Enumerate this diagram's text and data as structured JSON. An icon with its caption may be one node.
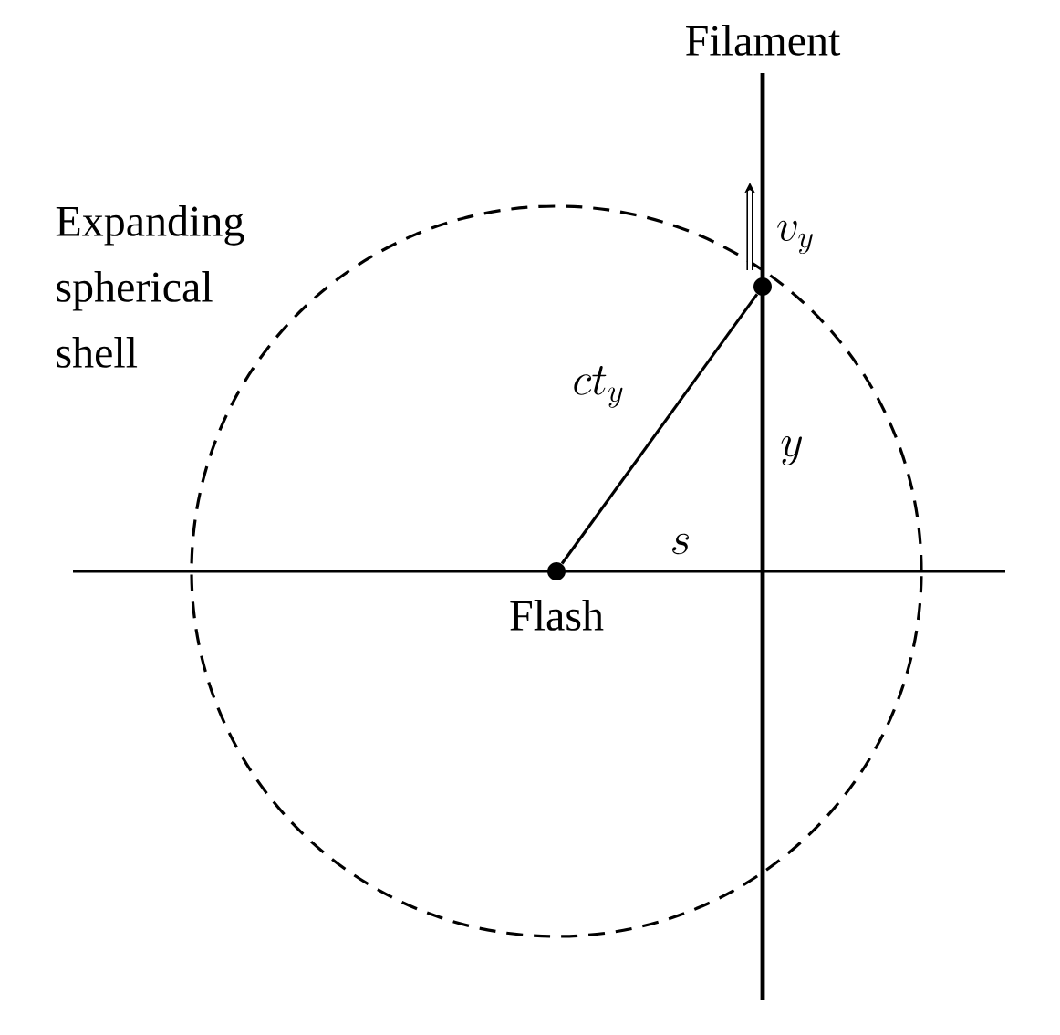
{
  "diagram": {
    "nodes": [
      {
        "text": [],
        "shape": "circle",
        "beside": [
          "Flash"
        ]
      },
      {
        "text": [],
        "shape": "circle"
      }
    ],
    "edges": [
      {
        "from": 0,
        "to": 1,
        "arrow": "none",
        "label": "ct_y"
      }
    ],
    "labels": [
      "Filament",
      "Expanding spherical shell",
      "v_y",
      "y",
      "s"
    ]
  }
}
